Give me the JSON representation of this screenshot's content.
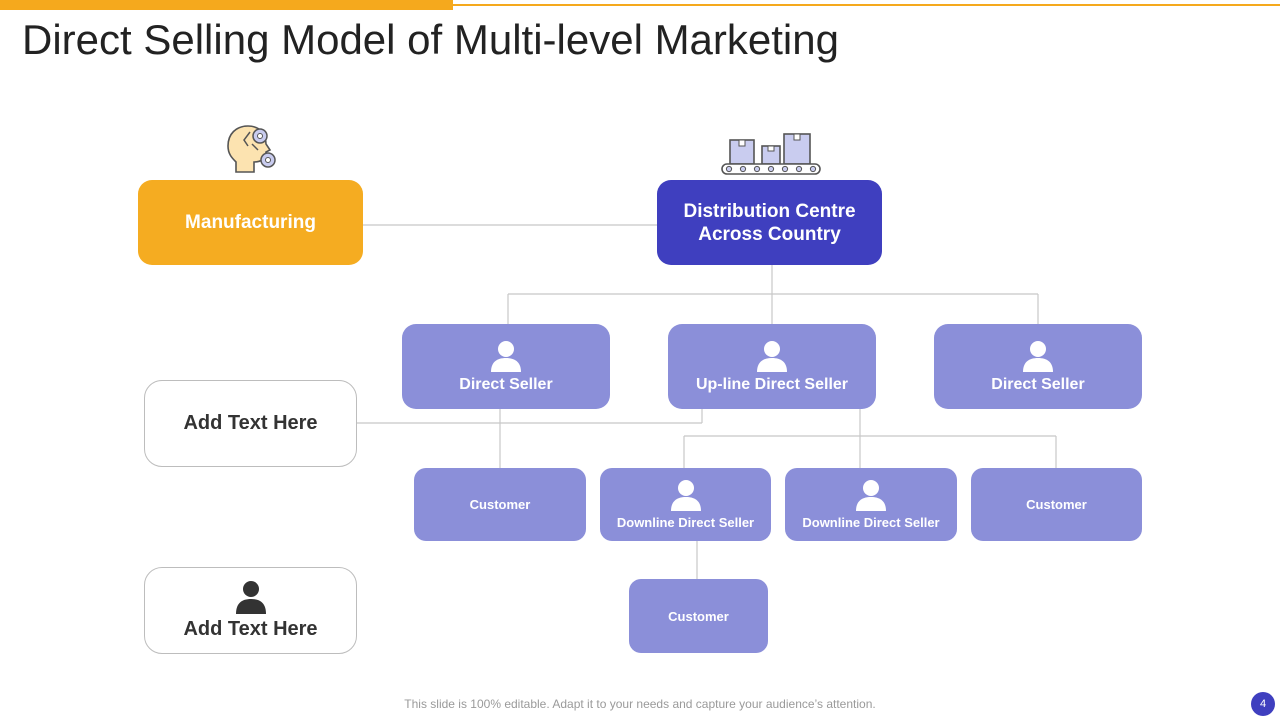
{
  "slide": {
    "title": "Direct Selling Model of Multi-level Marketing",
    "footer": "This slide is 100% editable. Adapt it to your needs and capture your audience’s attention.",
    "page_number": "4"
  },
  "nodes": {
    "manufacturing": "Manufacturing",
    "distribution_line1": "Distribution Centre",
    "distribution_line2": "Across Country",
    "direct_seller_left": "Direct Seller",
    "upline_seller": "Up-line Direct Seller",
    "direct_seller_right": "Direct Seller",
    "customer_1": "Customer",
    "downline_seller_1": "Downline Direct Seller",
    "downline_seller_2": "Downline Direct Seller",
    "customer_2": "Customer",
    "customer_3": "Customer"
  },
  "callouts": {
    "text_1": "Add Text Here",
    "text_2": "Add Text Here"
  },
  "colors": {
    "accent_orange": "#F5AC21",
    "primary_blue": "#3F3FBF",
    "light_purple": "#8B8FD9"
  }
}
